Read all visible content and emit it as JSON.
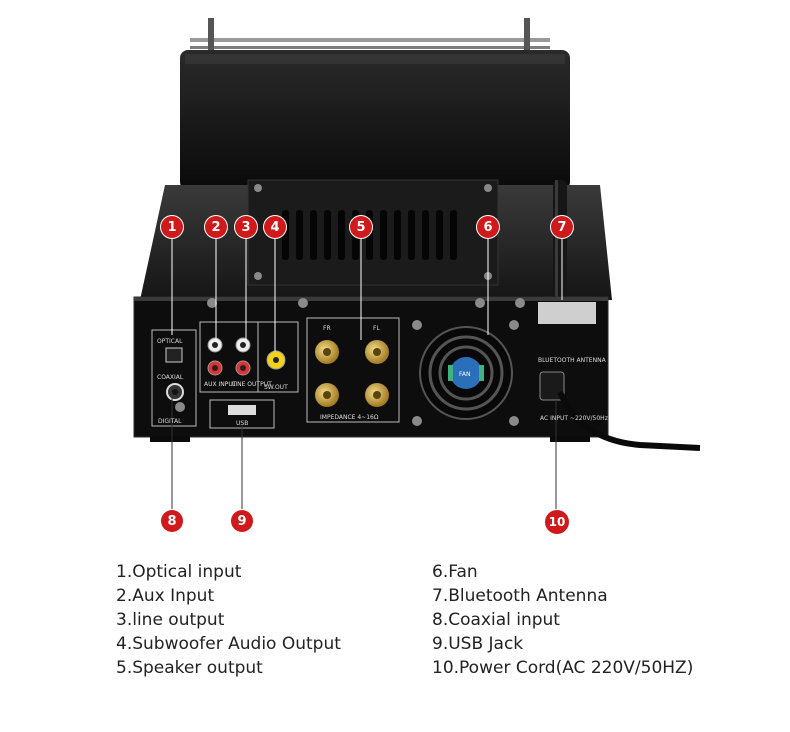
{
  "panel_labels": {
    "optical": "OPTICAL",
    "coaxial": "COAXIAL",
    "digital": "DIGITAL",
    "aux_input": "AUX INPUT",
    "line_output": "LINE OUTPUT",
    "sw_out": "SW.OUT",
    "usb": "USB",
    "fr": "FR",
    "fl": "FL",
    "impedance": "IMPEDANCE 4~16Ω",
    "fan": "FAN",
    "bluetooth_antenna": "BLUETOOTH ANTENNA",
    "ac_input": "AC INPUT ~220V/50Hz"
  },
  "callouts": [
    "1",
    "2",
    "3",
    "4",
    "5",
    "6",
    "7",
    "8",
    "9",
    "10"
  ],
  "legend": {
    "left": [
      "1.Optical input",
      "2.Aux Input",
      "3.line output",
      "4.Subwoofer Audio Output",
      "5.Speaker output"
    ],
    "right": [
      "6.Fan",
      "7.Bluetooth Antenna",
      "8.Coaxial input",
      "9.USB Jack",
      "10.Power Cord(AC 220V/50HZ)"
    ]
  },
  "colors": {
    "callout": "#d0191b",
    "chassis": "#111111",
    "gold": "#c9a23a",
    "fan_blue": "#2a6fb8"
  }
}
